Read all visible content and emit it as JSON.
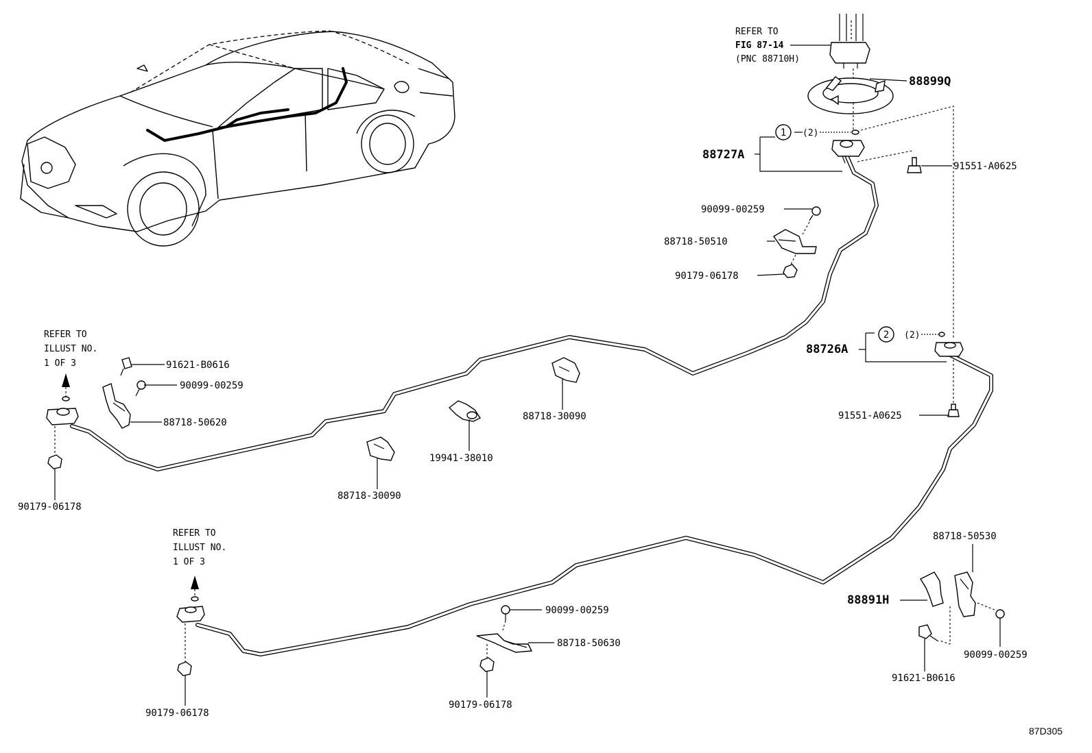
{
  "callouts": {
    "refer_fig": [
      "REFER TO",
      "FIG 87-14",
      "(PNC 88710H)"
    ],
    "refer_illust_left": [
      "REFER TO",
      "ILLUST NO.",
      "1 OF 3"
    ],
    "refer_illust_bottom": [
      "REFER TO",
      "ILLUST NO.",
      "1 OF 3"
    ],
    "circle_1": "1",
    "circle_1_qty": "(2)",
    "circle_2": "2",
    "circle_2_qty": "(2)"
  },
  "part_labels": {
    "p88899Q": "88899Q",
    "p88727A": "88727A",
    "p91551_top": "91551-A0625",
    "p90099_top": "90099-00259",
    "p88718_50510": "88718-50510",
    "p90179_mid": "90179-06178",
    "p88726A": "88726A",
    "p91551_mid": "91551-A0625",
    "p91621_left": "91621-B0616",
    "p90099_left": "90099-00259",
    "p88718_50620": "88718-50620",
    "p90179_left": "90179-06178",
    "p88718_30090_a": "88718-30090",
    "p19941_38010": "19941-38010",
    "p88718_30090_b": "88718-30090",
    "p88718_50530": "88718-50530",
    "p88891H": "88891H",
    "p90099_right": "90099-00259",
    "p91621_right": "91621-B0616",
    "p90099_bottom": "90099-00259",
    "p88718_50630": "88718-50630",
    "p90179_bottom_mid": "90179-06178",
    "p90179_bottom_left": "90179-06178"
  },
  "figure_id": "87D305"
}
